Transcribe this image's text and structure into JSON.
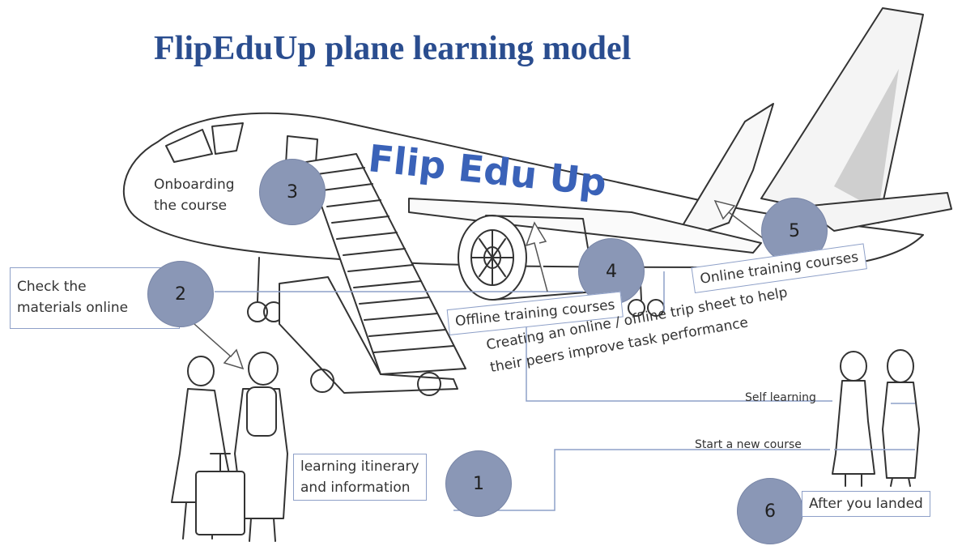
{
  "diagram": {
    "title": "FlipEduUp plane learning model",
    "brand": "Flip Edu Up",
    "steps": [
      {
        "number": "1",
        "text_lines": [
          "learning itinerary",
          "and information"
        ]
      },
      {
        "number": "2",
        "text_lines": [
          "Check the",
          "materials online"
        ]
      },
      {
        "number": "3",
        "text_lines": [
          "Onboarding",
          "the course"
        ]
      },
      {
        "number": "4",
        "text": "Offline training courses"
      },
      {
        "number": "5",
        "text": "Online training courses"
      },
      {
        "number": "6",
        "text": "After you landed"
      }
    ],
    "trip_sheet_lines": [
      "Creating an online / offline trip sheet to help",
      "their peers improve task performance"
    ],
    "self_learning": "Self learning",
    "start_new_course": "Start a new course"
  },
  "colors": {
    "title": "#2a4d8f",
    "brand": "#3a62b8",
    "step_circle": "#8a97b6",
    "box_border": "#8ea0c8",
    "connector": "#8ea0c8"
  }
}
